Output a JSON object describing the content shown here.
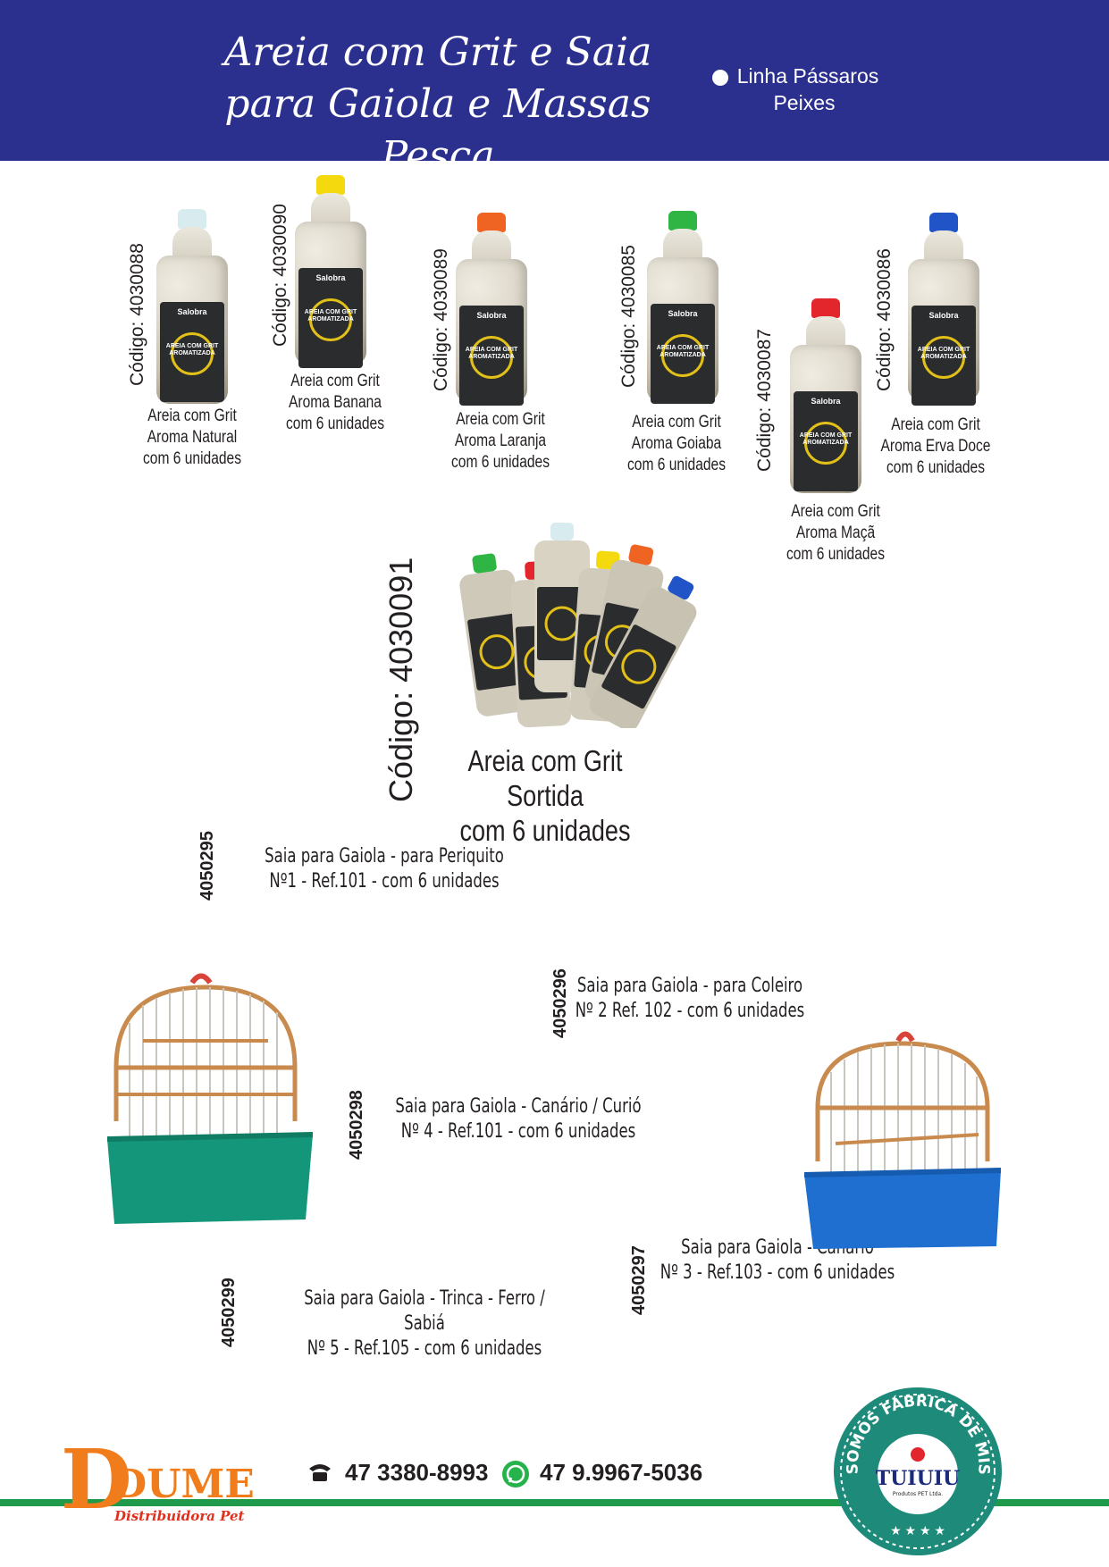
{
  "header": {
    "title_line1": "Areia com Grit e Saia",
    "title_line2": "para Gaiola e Massas Pesca",
    "line_label": "Linha Pássaros",
    "line_sub": "Peixes"
  },
  "colors": {
    "header_bg": "#2b2f8e",
    "accent_green": "#1f9a4a"
  },
  "bottle_brand": "Salobra",
  "bottle_label": "AREIA COM GRIT AROMATIZADA",
  "products": [
    {
      "code": "Código: 4030088",
      "l1": "Areia com Grit",
      "l2": "Aroma Natural",
      "l3": "com 6 unidades",
      "cap": "#d8ecf0"
    },
    {
      "code": "Código: 4030090",
      "l1": "Areia com Grit",
      "l2": "Aroma Banana",
      "l3": "com 6 unidades",
      "cap": "#f4d90f"
    },
    {
      "code": "Código: 4030089",
      "l1": "Areia com Grit",
      "l2": "Aroma Laranja",
      "l3": "com 6 unidades",
      "cap": "#f06423"
    },
    {
      "code": "Código: 4030085",
      "l1": "Areia com Grit",
      "l2": "Aroma Goiaba",
      "l3": "com 6 unidades",
      "cap": "#2fb544"
    },
    {
      "code": "Código: 4030087",
      "l1": "Areia com Grit",
      "l2": "Aroma Maçã",
      "l3": "com 6 unidades",
      "cap": "#e2262c"
    },
    {
      "code": "Código: 4030086",
      "l1": "Areia com Grit",
      "l2": "Aroma Erva Doce",
      "l3": "com 6 unidades",
      "cap": "#2154c7"
    }
  ],
  "sortida": {
    "code": "Código: 4030091",
    "l1": "Areia com Grit",
    "l2": "Sortida",
    "l3": "com 6 unidades"
  },
  "saias": [
    {
      "code": "4050295",
      "l1": "Saia para Gaiola  - para Periquito",
      "l2": "Nº1 - Ref.101 - com 6 unidades"
    },
    {
      "code": "4050296",
      "l1": "Saia para Gaiola  - para Coleiro",
      "l2": "Nº 2 Ref. 102 - com 6 unidades"
    },
    {
      "code": "4050298",
      "l1": "Saia para Gaiola  - Canário / Curió",
      "l2": "Nº 4 - Ref.101 - com 6 unidades"
    },
    {
      "code": "4050297",
      "l1": "Saia para Gaiola  - Canário",
      "l2": "Nº 3 - Ref.103 - com 6 unidades"
    },
    {
      "code": "4050299",
      "l1": "Saia para Gaiola  - Trinca - Ferro / Sabiá",
      "l2": "Nº 5 - Ref.105 - com 6 unidades"
    }
  ],
  "footer": {
    "phone": "47 3380-8993",
    "whatsapp": "47 9.9967-5036",
    "logo_text": "DUMES",
    "logo_sub": "Distribuidora Pet",
    "seal_text": "SOMOS FÁBRICA DE MISTURAS",
    "seal_brand": "TUIUIU",
    "seal_sub": "Produtos PET Ltda."
  }
}
